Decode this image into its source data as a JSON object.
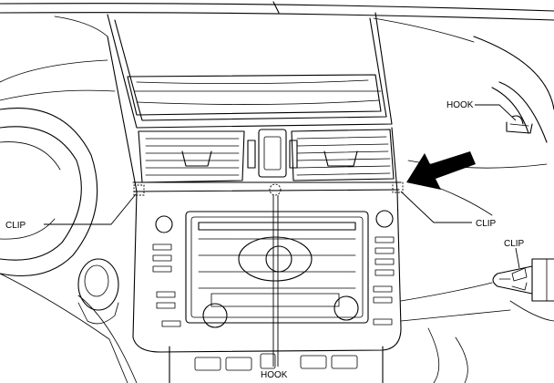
{
  "labels": {
    "hook_top": "HOOK",
    "clip_left": "CLIP",
    "clip_right": "CLIP",
    "clip_detail": "CLIP",
    "hook_bottom": "HOOK"
  },
  "icons": {
    "direction": "arrow-icon"
  },
  "colors": {
    "line": "#000000",
    "background": "#ffffff",
    "arrow": "#000000"
  }
}
